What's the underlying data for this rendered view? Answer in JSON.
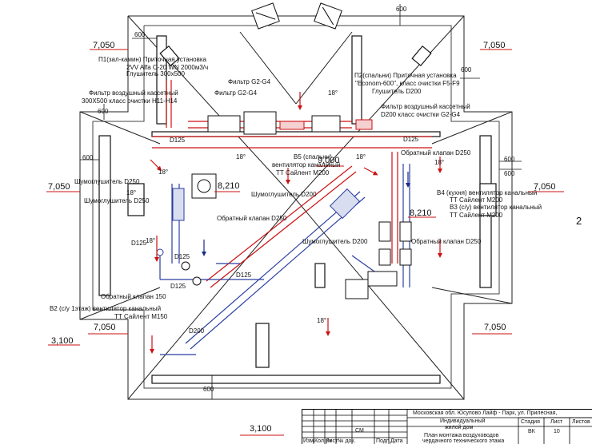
{
  "sheet": {
    "side_number": "2",
    "levels": {
      "roof_left": "7,050",
      "roof_right": "7,050",
      "mid_left": "7,050",
      "mid_right": "7,050",
      "low_left": "7,050",
      "low_right": "7,050",
      "ground_left": "3,100",
      "ground_bottom": "3,100",
      "room_1": "8,210",
      "room_2": "8,210",
      "room_3": "9,000"
    },
    "dims": {
      "d1": "600",
      "d2": "600",
      "d3": "600",
      "d4": "600",
      "d5": "600",
      "d6": "600",
      "d7": "600",
      "d8": "600"
    },
    "angles": {
      "a1": "18°",
      "a2": "18°",
      "a3": "18°",
      "a4": "18°",
      "a5": "18°",
      "a6": "18°",
      "a7": "18°",
      "a8": "18°"
    }
  },
  "labels": {
    "p1_line1": "П1(зал-камин) Приточная установка",
    "p1_line2": "2VV Alfa C-20 WN 2000м3/ч",
    "p1_line3": "Глушитель 300х500",
    "filter_g2_1": "Фильтр  G2-G4",
    "filter_g2_2": "Фильтр  G2-G4",
    "filter_cassette_left_1": "Фильтр воздушный кассетный",
    "filter_cassette_left_2": "300Х500 класс очистки Н11-Н14",
    "p2_line1": "П2(спальни) Приточная установка",
    "p2_line2": "\"Econom-600\", класс очистки F5-F9",
    "p2_line3": "Глушитель D200",
    "filter_cassette_right_1": "Фильтр воздушный кассетный",
    "filter_cassette_right_2": "D200 класс очистки G2-G4",
    "d125_top": "D125",
    "d125_top2": "D125",
    "check_valve_d250_right": "Обратный клапан D250",
    "b5_line1": "В5 (спальни)",
    "b5_line2": "вентилятор канальный",
    "b5_line3": "ТТ Сайлент М200",
    "muffler_d250_1": "Шумоглушитель D250",
    "muffler_d250_2": "Шумоглушитель D250",
    "muffler_d200_center": "Шумоглушитель D200",
    "muffler_d200_low": "Шумоглушитель D200",
    "check_valve_d250_mid": "Обратный клапан D250",
    "check_valve_d250_low": "Обратный клапан D250",
    "b4_line1": "В4 (кухня) вентилятор канальный",
    "b4_line2": "ТТ Сайлент М200",
    "b3_line1": "В3 (с/у) вентилятор канальный",
    "b3_line2": "ТТ Сайлент М200",
    "d125_left": "D125",
    "d125_mid": "D125",
    "d125_bot": "D125",
    "d125_pipe": "D125",
    "check_valve_150": "Обратный клапан 150",
    "b2_line1": "В2 (с/у 1этаж) вентилятор канальный",
    "b2_line2": "ТТ Сайлент М150",
    "d200_low": "D200"
  },
  "stamp": {
    "address": "Московская обл. Юсупово Лайф - Парк, ул. Прилесная,",
    "object_1": "Индивидуальный",
    "object_2": "жилой дом",
    "title_1": "План монтажа воздуховодов",
    "title_2": "чердачного технического этажа",
    "col_stage": "Стадия",
    "col_sheet": "Лист",
    "col_sheets": "Листов",
    "stage": "ВК",
    "sheet_no": "10",
    "h_izm": "Изм.",
    "h_kol": "Кол.уч",
    "h_list": "Лист",
    "h_doc": "№ док.",
    "h_podp": "Подп.",
    "h_data": "Дата",
    "signer": "СМ"
  }
}
